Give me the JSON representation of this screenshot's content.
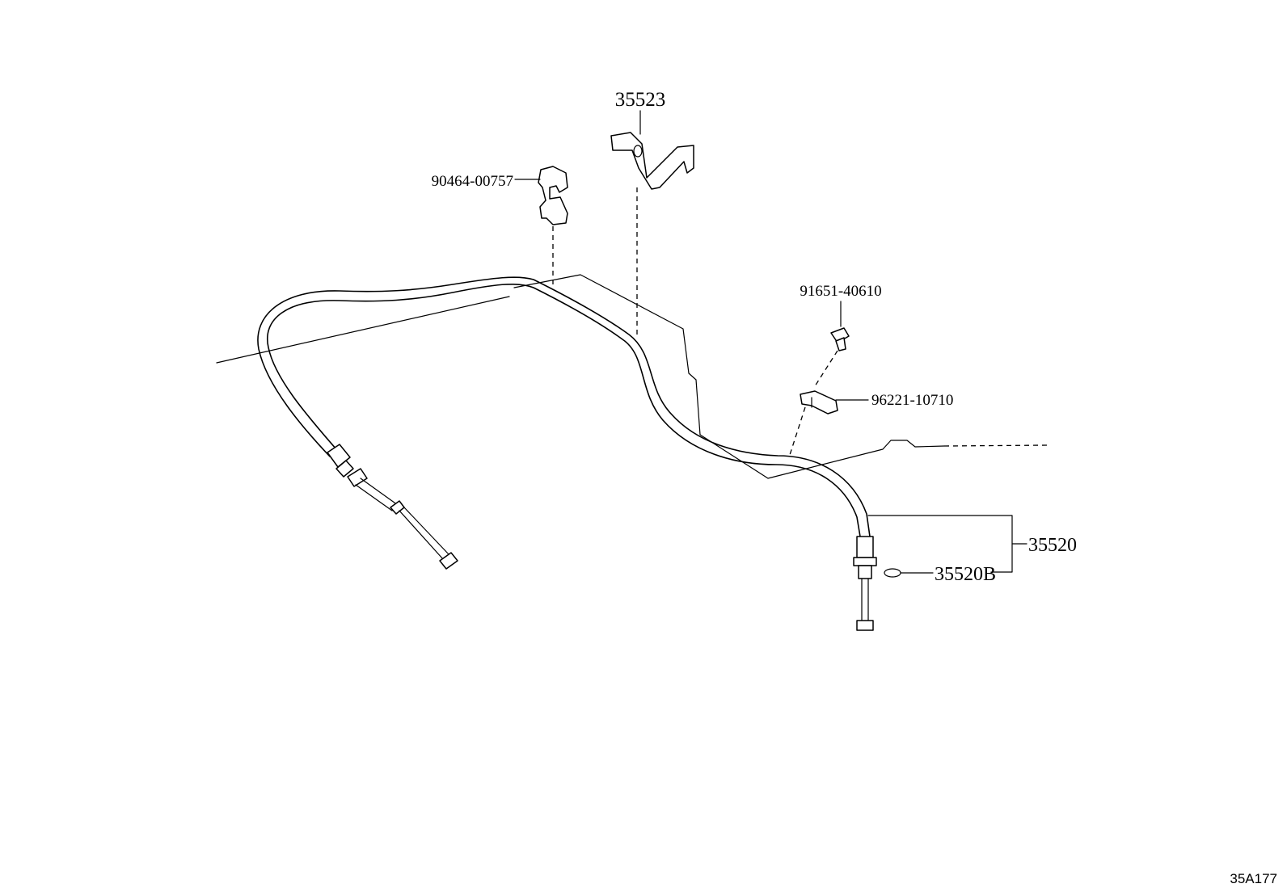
{
  "diagram": {
    "parts": [
      {
        "id": "p35523",
        "number": "35523"
      },
      {
        "id": "p90464",
        "number": "90464-00757"
      },
      {
        "id": "p91651",
        "number": "91651-40610"
      },
      {
        "id": "p96221",
        "number": "96221-10710"
      },
      {
        "id": "p35520",
        "number": "35520"
      },
      {
        "id": "p35520b",
        "number": "35520B"
      }
    ],
    "figure_ref": "35A177"
  }
}
